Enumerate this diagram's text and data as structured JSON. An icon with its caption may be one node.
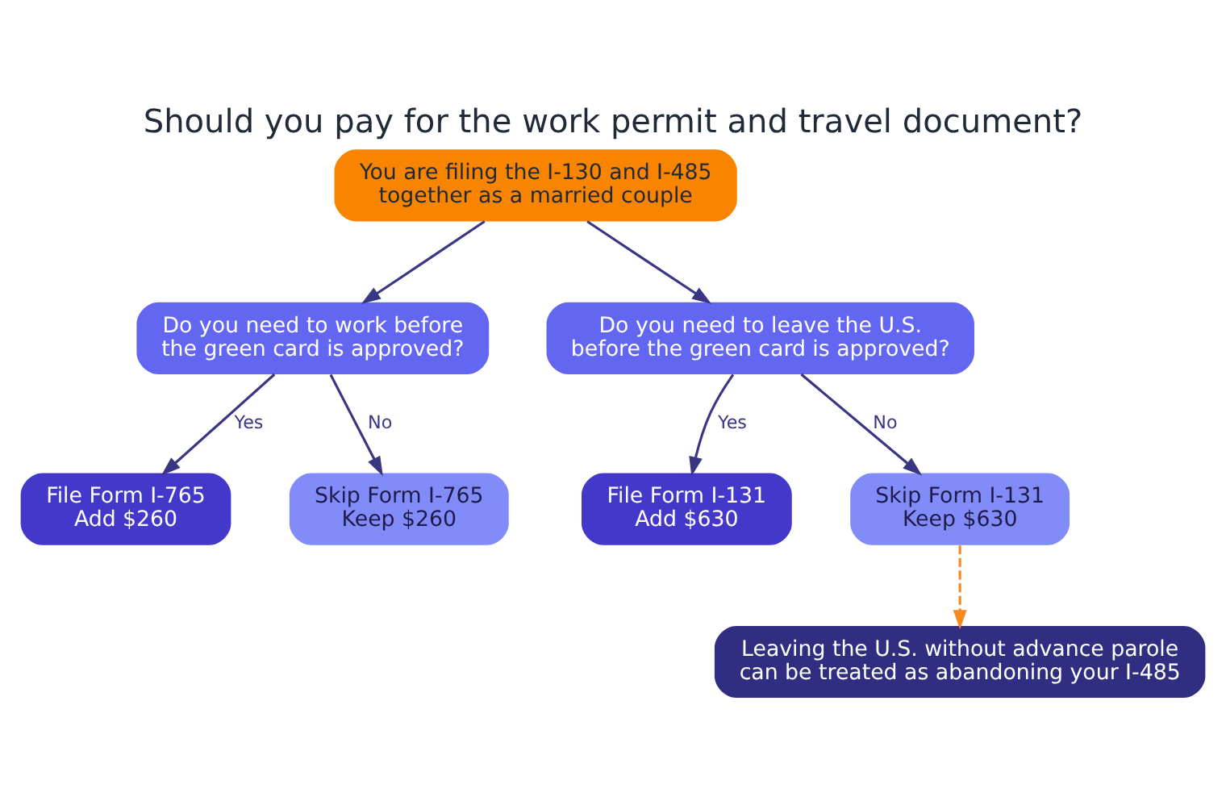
{
  "diagram": {
    "title": "Should you pay for the work permit and travel document?",
    "nodes": [
      {
        "text": [
          "You are filing the I-130 and I-485 together as a married couple"
        ]
      },
      {
        "text": [
          "Do you need to work before the green card is approved?"
        ]
      },
      {
        "text": [
          "Do you need to leave the U.S. before the green card is approved?"
        ]
      },
      {
        "text": [
          "File Form I-765",
          "Add $260"
        ]
      },
      {
        "text": [
          "Skip Form I-765",
          "Keep $260"
        ]
      },
      {
        "text": [
          "File Form I-131",
          "Add $630"
        ]
      },
      {
        "text": [
          "Skip Form I-131",
          "Keep $630"
        ]
      },
      {
        "text": [
          "Leaving the U.S. without advance parole can be treated as abandoning your I-485"
        ]
      }
    ],
    "edges": [
      {
        "from": 0,
        "to": 1,
        "arrow": "to"
      },
      {
        "from": 0,
        "to": 2,
        "arrow": "to"
      },
      {
        "from": 1,
        "to": 3,
        "arrow": "to",
        "label": "Yes"
      },
      {
        "from": 1,
        "to": 4,
        "arrow": "to",
        "label": "No"
      },
      {
        "from": 2,
        "to": 5,
        "arrow": "to",
        "label": "Yes"
      },
      {
        "from": 2,
        "to": 6,
        "arrow": "to",
        "label": "No"
      },
      {
        "from": 6,
        "to": 7,
        "arrow": "to",
        "style": "dashed",
        "color": "#f5891f"
      }
    ]
  }
}
